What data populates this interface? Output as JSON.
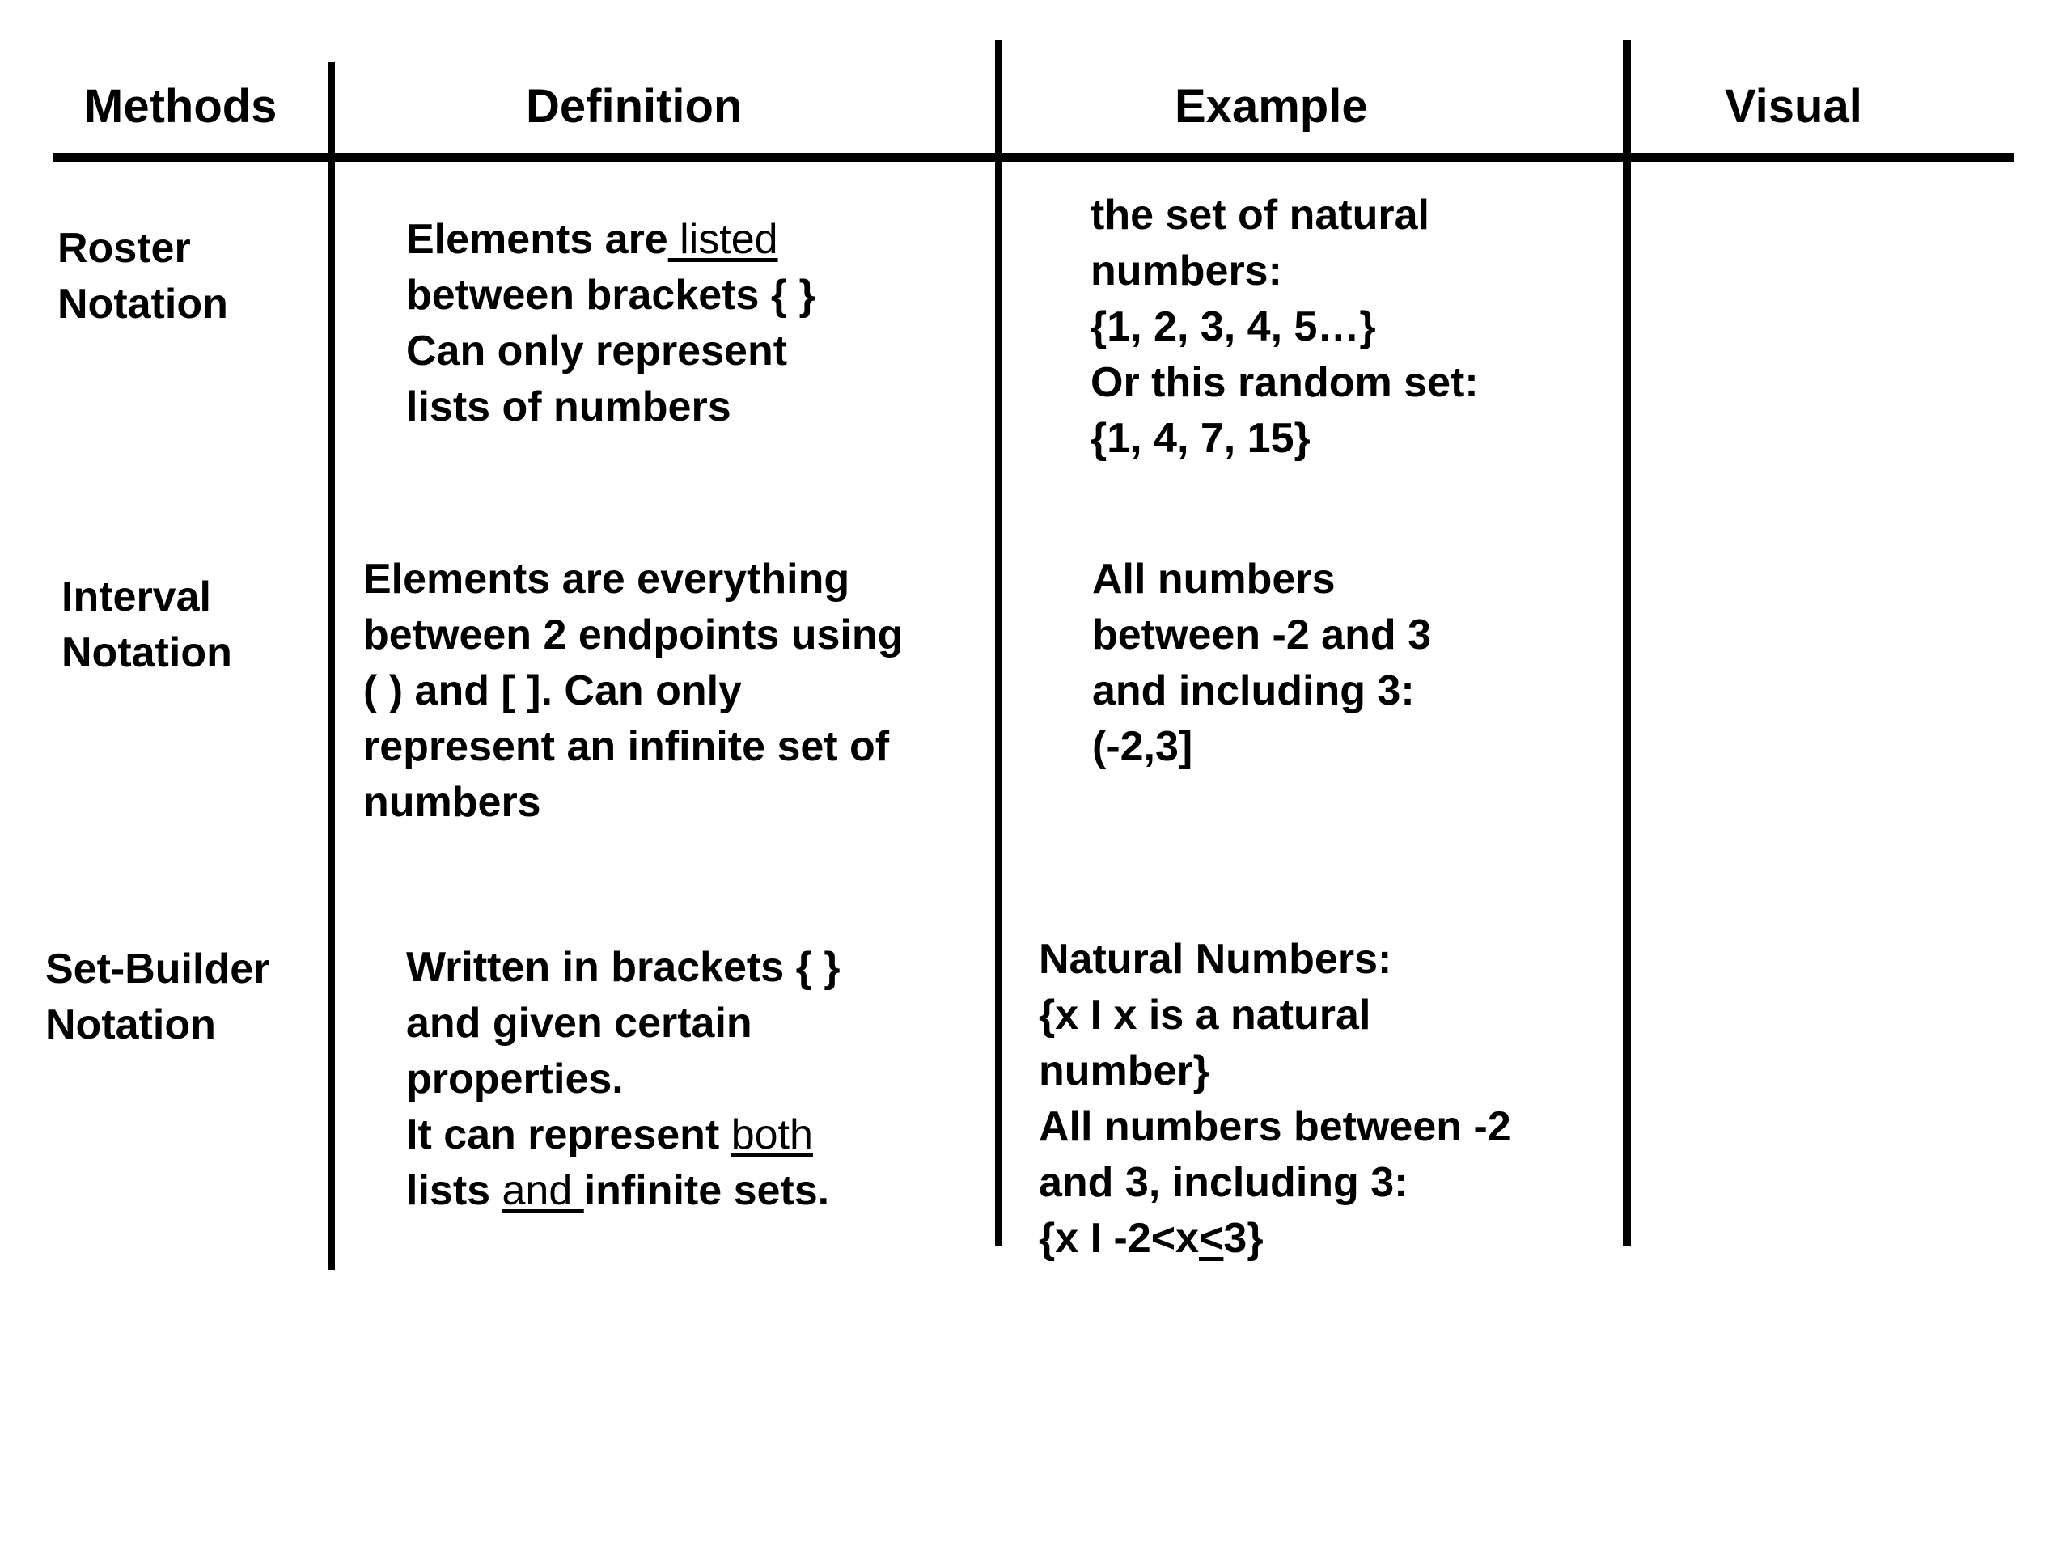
{
  "table": {
    "headers": {
      "methods": "Methods",
      "definition": "Definition",
      "example": "Example",
      "visual": "Visual"
    },
    "rows": [
      {
        "method": [
          "Roster",
          "Notation"
        ],
        "definition": {
          "line1_before": "Elements are",
          "line1_underlined": " listed",
          "line2": "between brackets { }",
          "line3": "Can only represent",
          "line4": "lists of numbers"
        },
        "example": [
          "the set of natural",
          "numbers:",
          "{1, 2, 3, 4, 5…}",
          "Or this random set:",
          "{1, 4, 7, 15}"
        ]
      },
      {
        "method": [
          "Interval",
          "Notation"
        ],
        "definition": [
          "Elements are everything",
          "between 2 endpoints using",
          "( ) and [ ]. Can only",
          "represent an infinite set of",
          "numbers"
        ],
        "example": [
          "All numbers",
          "between -2 and 3",
          "and including 3:",
          "(-2,3]"
        ]
      },
      {
        "method": [
          "Set-Builder",
          "Notation"
        ],
        "definition": {
          "line1": "Written in brackets { }",
          "line2": "and given certain",
          "line3": "properties.",
          "line4_before": "It can represent ",
          "line4_underlined": "both",
          "line5_before": "lists ",
          "line5_underlined": "and ",
          "line5_after": "infinite sets."
        },
        "example": {
          "line1": "Natural Numbers:",
          "line2": "{x I x is a natural",
          "line3": "number}",
          "line4": "All numbers between -2",
          "line5": "and 3, including 3:",
          "line6_before": "{x I -2<x",
          "line6_underlined": "<",
          "line6_after": "3}"
        }
      }
    ]
  }
}
